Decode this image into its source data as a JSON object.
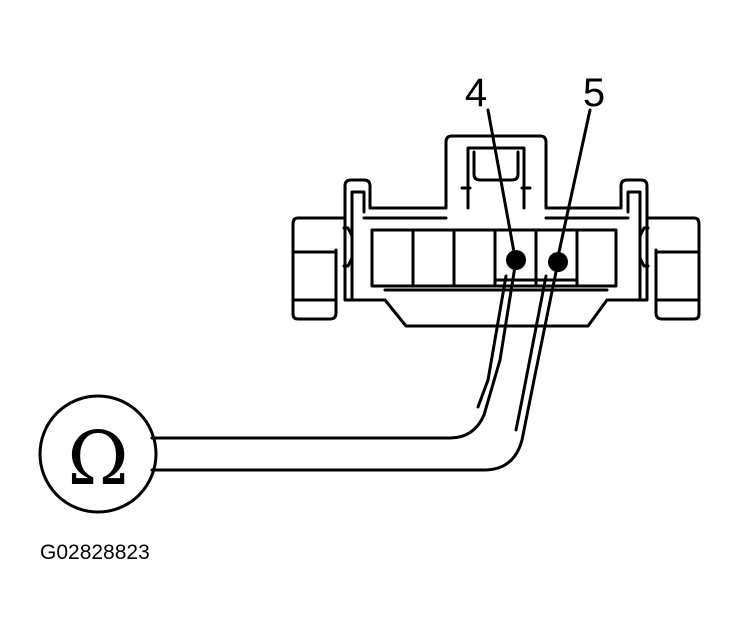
{
  "diagram": {
    "terminals": [
      {
        "label": "4"
      },
      {
        "label": "5"
      }
    ],
    "meter_symbol": "Ω",
    "meter_icon": "ohmmeter-icon",
    "figure_id": "G02828823"
  }
}
